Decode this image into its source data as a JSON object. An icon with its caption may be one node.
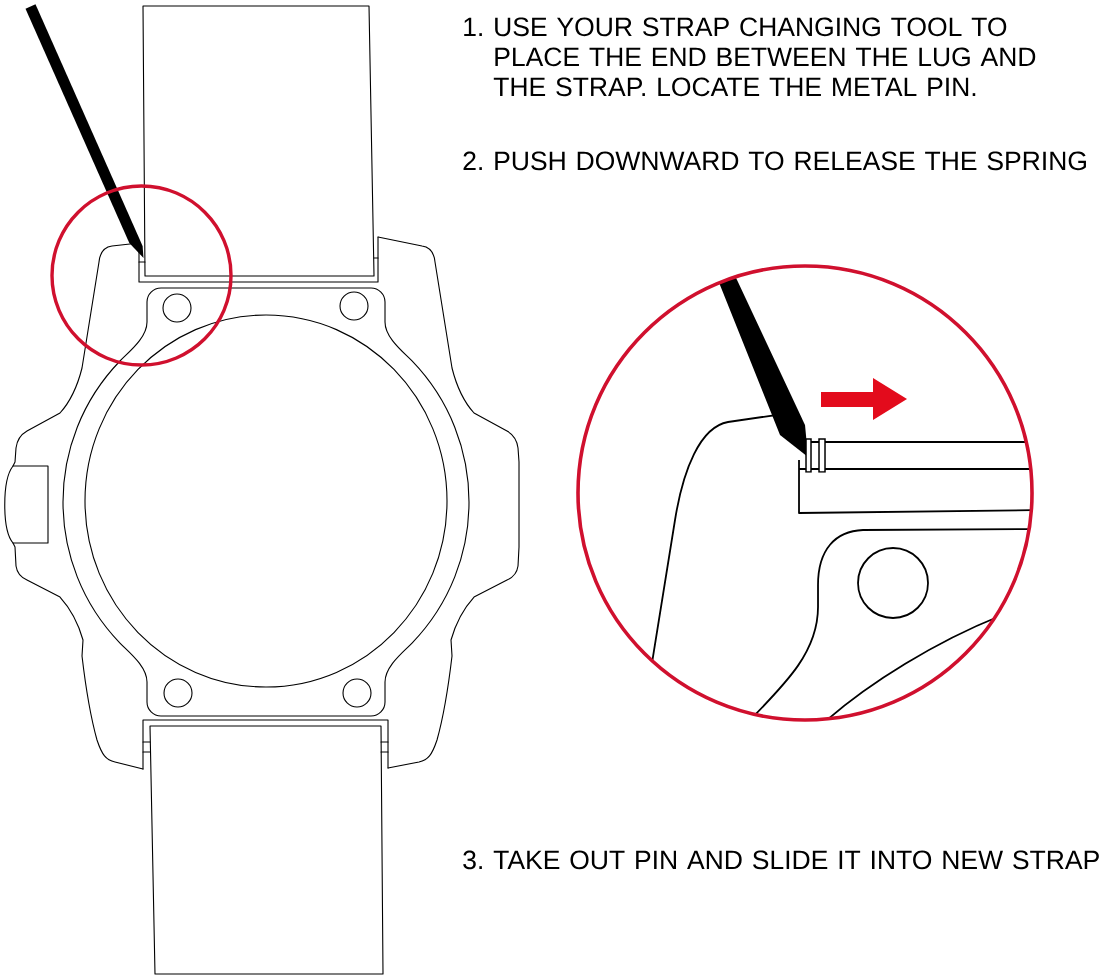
{
  "diagram": {
    "labels": [
      "1. USE YOUR STRAP CHANGING TOOL TO PLACE THE END BETWEEN THE LUG AND THE STRAP. LOCATE THE METAL PIN.",
      "2. PUSH DOWNWARD TO RELEASE THE SPRING",
      "3. TAKE OUT PIN AND SLIDE IT INTO NEW STRAP"
    ]
  }
}
